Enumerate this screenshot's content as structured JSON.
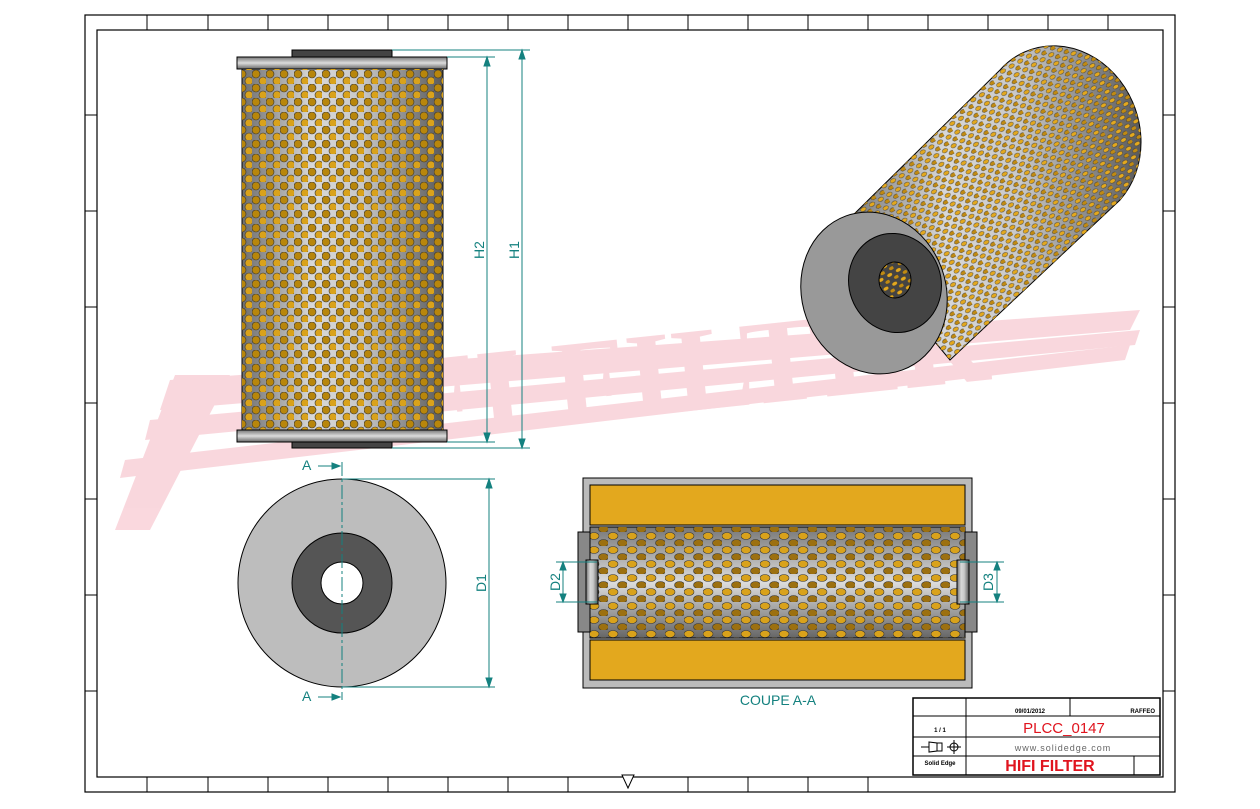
{
  "drawing": {
    "dimensions": {
      "h1": "H1",
      "h2": "H2",
      "d1": "D1",
      "d2": "D2",
      "d3": "D3"
    },
    "section_marker": "A",
    "section_caption": "COUPE A-A",
    "watermark": "HIFI FILTER"
  },
  "title_block": {
    "date": "09/01/2012",
    "author": "RAFFEO",
    "sheet": "1 / 1",
    "title": "PLCC_0147",
    "website": "www.solidedge.com",
    "software": "Solid Edge",
    "company": "HIFI FILTER"
  },
  "colors": {
    "dimension": "#14817f",
    "filter_media": "#e3a81e",
    "title_red": "#e0141e",
    "watermark": "#f7c8cf"
  }
}
